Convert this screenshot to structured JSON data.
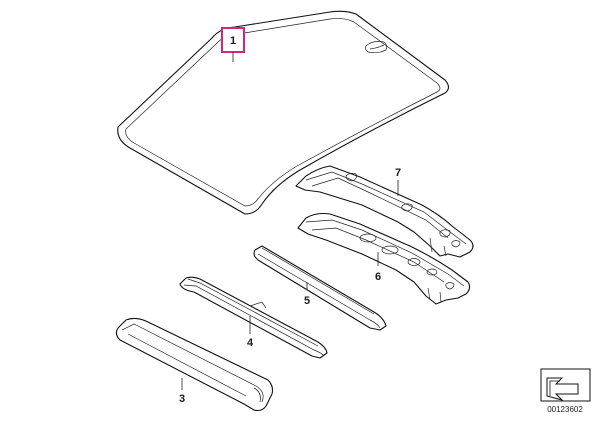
{
  "callouts": [
    {
      "label": "1",
      "highlighted": true
    },
    {
      "label": "7"
    },
    {
      "label": "6"
    },
    {
      "label": "5"
    },
    {
      "label": "4"
    },
    {
      "label": "3"
    }
  ],
  "diagram_code": "00123602",
  "colors": {
    "highlight": "#d6247a",
    "line": "#111111",
    "fill": "#ffffff"
  },
  "icons": [
    "arrow-icon"
  ]
}
